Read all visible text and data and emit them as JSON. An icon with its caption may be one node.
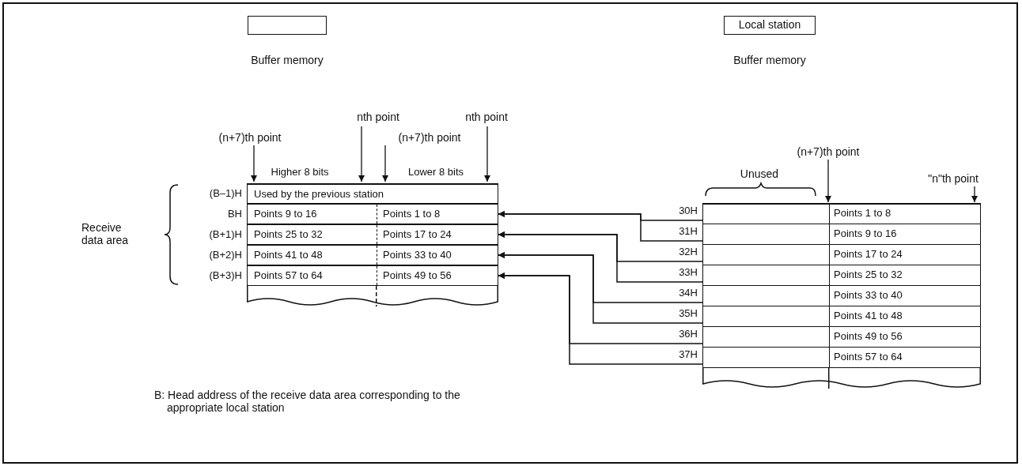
{
  "diagram": {
    "nodes": [
      {
        "text": [],
        "shape": "box"
      },
      {
        "text": [
          "Local station"
        ]
      },
      {
        "text": [
          "Used by the previous station"
        ],
        "beside": [
          "(B–1)H"
        ]
      },
      {
        "text": [
          "Points 9 to 16",
          "Points 1 to 8"
        ],
        "beside": [
          "BH"
        ]
      },
      {
        "text": [
          "Points 25 to 32",
          "Points 17 to 24"
        ],
        "beside": [
          "(B+1)H"
        ]
      },
      {
        "text": [
          "Points 41 to 48",
          "Points 33 to 40"
        ],
        "beside": [
          "(B+2)H"
        ]
      },
      {
        "text": [
          "Points 57 to 64",
          "Points 49 to 56"
        ],
        "beside": [
          "(B+3)H"
        ]
      },
      {
        "text": [
          "Points 1 to 8"
        ],
        "beside": [
          "30H"
        ]
      },
      {
        "text": [
          "Points 9 to 16"
        ],
        "beside": [
          "31H"
        ]
      },
      {
        "text": [
          "Points 17 to 24"
        ],
        "beside": [
          "32H"
        ]
      },
      {
        "text": [
          "Points 25 to 32"
        ],
        "beside": [
          "33H"
        ]
      },
      {
        "text": [
          "Points 33 to 40"
        ],
        "beside": [
          "34H"
        ]
      },
      {
        "text": [
          "Points 41 to 48"
        ],
        "beside": [
          "35H"
        ]
      },
      {
        "text": [
          "Points 49 to 56"
        ],
        "beside": [
          "36H"
        ]
      },
      {
        "text": [
          "Points 57 to 64"
        ],
        "beside": [
          "37H"
        ]
      }
    ],
    "edges": [
      {
        "from": 7,
        "to": 3,
        "arrow": "to"
      },
      {
        "from": 8,
        "to": 3,
        "arrow": "to"
      },
      {
        "from": 9,
        "to": 4,
        "arrow": "to"
      },
      {
        "from": 10,
        "to": 4,
        "arrow": "to"
      },
      {
        "from": 11,
        "to": 5,
        "arrow": "to"
      },
      {
        "from": 12,
        "to": 5,
        "arrow": "to"
      },
      {
        "from": 13,
        "to": 6,
        "arrow": "to"
      },
      {
        "from": 14,
        "to": 6,
        "arrow": "to"
      }
    ],
    "labels": [
      "Buffer memory",
      "Buffer memory",
      "nth point",
      "nth point",
      "(n+7)th point",
      "(n+7)th point",
      "(n+7)th point",
      "Higher 8 bits",
      "Lower 8 bits",
      "Unused",
      "\"n\"th point",
      "Receive data area",
      "B: Head address of the receive data area corresponding to the appropriate local station"
    ]
  }
}
